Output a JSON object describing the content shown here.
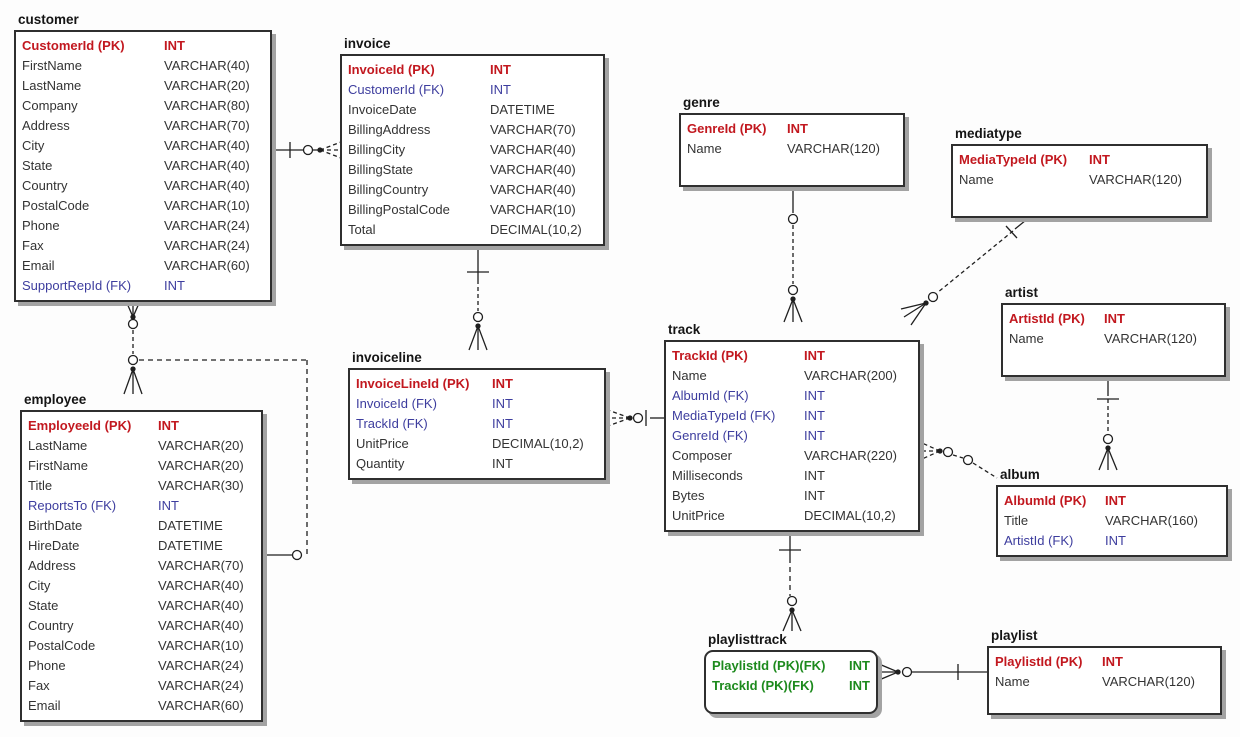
{
  "diagram": {
    "tables": [
      {
        "id": "customer",
        "title": "customer",
        "fields": [
          {
            "name": "CustomerId (PK)",
            "type": "INT",
            "role": "pk"
          },
          {
            "name": "FirstName",
            "type": "VARCHAR(40)",
            "role": "plain"
          },
          {
            "name": "LastName",
            "type": "VARCHAR(20)",
            "role": "plain"
          },
          {
            "name": "Company",
            "type": "VARCHAR(80)",
            "role": "plain"
          },
          {
            "name": "Address",
            "type": "VARCHAR(70)",
            "role": "plain"
          },
          {
            "name": "City",
            "type": "VARCHAR(40)",
            "role": "plain"
          },
          {
            "name": "State",
            "type": "VARCHAR(40)",
            "role": "plain"
          },
          {
            "name": "Country",
            "type": "VARCHAR(40)",
            "role": "plain"
          },
          {
            "name": "PostalCode",
            "type": "VARCHAR(10)",
            "role": "plain"
          },
          {
            "name": "Phone",
            "type": "VARCHAR(24)",
            "role": "plain"
          },
          {
            "name": "Fax",
            "type": "VARCHAR(24)",
            "role": "plain"
          },
          {
            "name": "Email",
            "type": "VARCHAR(60)",
            "role": "plain"
          },
          {
            "name": "SupportRepId (FK)",
            "type": "INT",
            "role": "fk"
          }
        ]
      },
      {
        "id": "invoice",
        "title": "invoice",
        "fields": [
          {
            "name": "InvoiceId (PK)",
            "type": "INT",
            "role": "pk"
          },
          {
            "name": "CustomerId (FK)",
            "type": "INT",
            "role": "fk"
          },
          {
            "name": "InvoiceDate",
            "type": "DATETIME",
            "role": "plain"
          },
          {
            "name": "BillingAddress",
            "type": "VARCHAR(70)",
            "role": "plain"
          },
          {
            "name": "BillingCity",
            "type": "VARCHAR(40)",
            "role": "plain"
          },
          {
            "name": "BillingState",
            "type": "VARCHAR(40)",
            "role": "plain"
          },
          {
            "name": "BillingCountry",
            "type": "VARCHAR(40)",
            "role": "plain"
          },
          {
            "name": "BillingPostalCode",
            "type": "VARCHAR(10)",
            "role": "plain"
          },
          {
            "name": "Total",
            "type": "DECIMAL(10,2)",
            "role": "plain"
          }
        ]
      },
      {
        "id": "genre",
        "title": "genre",
        "fields": [
          {
            "name": "GenreId (PK)",
            "type": "INT",
            "role": "pk"
          },
          {
            "name": "Name",
            "type": "VARCHAR(120)",
            "role": "plain"
          }
        ]
      },
      {
        "id": "mediatype",
        "title": "mediatype",
        "fields": [
          {
            "name": "MediaTypeId (PK)",
            "type": "INT",
            "role": "pk"
          },
          {
            "name": "Name",
            "type": "VARCHAR(120)",
            "role": "plain"
          }
        ]
      },
      {
        "id": "artist",
        "title": "artist",
        "fields": [
          {
            "name": "ArtistId (PK)",
            "type": "INT",
            "role": "pk"
          },
          {
            "name": "Name",
            "type": "VARCHAR(120)",
            "role": "plain"
          }
        ]
      },
      {
        "id": "track",
        "title": "track",
        "fields": [
          {
            "name": "TrackId (PK)",
            "type": "INT",
            "role": "pk"
          },
          {
            "name": "Name",
            "type": "VARCHAR(200)",
            "role": "plain"
          },
          {
            "name": "AlbumId (FK)",
            "type": "INT",
            "role": "fk"
          },
          {
            "name": "MediaTypeId (FK)",
            "type": "INT",
            "role": "fk"
          },
          {
            "name": "GenreId (FK)",
            "type": "INT",
            "role": "fk"
          },
          {
            "name": "Composer",
            "type": "VARCHAR(220)",
            "role": "plain"
          },
          {
            "name": "Milliseconds",
            "type": "INT",
            "role": "plain"
          },
          {
            "name": "Bytes",
            "type": "INT",
            "role": "plain"
          },
          {
            "name": "UnitPrice",
            "type": "DECIMAL(10,2)",
            "role": "plain"
          }
        ]
      },
      {
        "id": "invoiceline",
        "title": "invoiceline",
        "fields": [
          {
            "name": "InvoiceLineId (PK)",
            "type": "INT",
            "role": "pk"
          },
          {
            "name": "InvoiceId (FK)",
            "type": "INT",
            "role": "fk"
          },
          {
            "name": "TrackId (FK)",
            "type": "INT",
            "role": "fk"
          },
          {
            "name": "UnitPrice",
            "type": "DECIMAL(10,2)",
            "role": "plain"
          },
          {
            "name": "Quantity",
            "type": "INT",
            "role": "plain"
          }
        ]
      },
      {
        "id": "employee",
        "title": "employee",
        "fields": [
          {
            "name": "EmployeeId (PK)",
            "type": "INT",
            "role": "pk"
          },
          {
            "name": "LastName",
            "type": "VARCHAR(20)",
            "role": "plain"
          },
          {
            "name": "FirstName",
            "type": "VARCHAR(20)",
            "role": "plain"
          },
          {
            "name": "Title",
            "type": "VARCHAR(30)",
            "role": "plain"
          },
          {
            "name": "ReportsTo (FK)",
            "type": "INT",
            "role": "fk"
          },
          {
            "name": "BirthDate",
            "type": "DATETIME",
            "role": "plain"
          },
          {
            "name": "HireDate",
            "type": "DATETIME",
            "role": "plain"
          },
          {
            "name": "Address",
            "type": "VARCHAR(70)",
            "role": "plain"
          },
          {
            "name": "City",
            "type": "VARCHAR(40)",
            "role": "plain"
          },
          {
            "name": "State",
            "type": "VARCHAR(40)",
            "role": "plain"
          },
          {
            "name": "Country",
            "type": "VARCHAR(40)",
            "role": "plain"
          },
          {
            "name": "PostalCode",
            "type": "VARCHAR(10)",
            "role": "plain"
          },
          {
            "name": "Phone",
            "type": "VARCHAR(24)",
            "role": "plain"
          },
          {
            "name": "Fax",
            "type": "VARCHAR(24)",
            "role": "plain"
          },
          {
            "name": "Email",
            "type": "VARCHAR(60)",
            "role": "plain"
          }
        ]
      },
      {
        "id": "album",
        "title": "album",
        "fields": [
          {
            "name": "AlbumId (PK)",
            "type": "INT",
            "role": "pk"
          },
          {
            "name": "Title",
            "type": "VARCHAR(160)",
            "role": "plain"
          },
          {
            "name": "ArtistId (FK)",
            "type": "INT",
            "role": "fk"
          }
        ]
      },
      {
        "id": "playlisttrack",
        "title": "playlisttrack",
        "rounded": true,
        "fields": [
          {
            "name": "PlaylistId (PK)(FK)",
            "type": "INT",
            "role": "pkfk"
          },
          {
            "name": "TrackId (PK)(FK)",
            "type": "INT",
            "role": "pkfk"
          }
        ]
      },
      {
        "id": "playlist",
        "title": "playlist",
        "fields": [
          {
            "name": "PlaylistId (PK)",
            "type": "INT",
            "role": "pk"
          },
          {
            "name": "Name",
            "type": "VARCHAR(120)",
            "role": "plain"
          }
        ]
      }
    ],
    "relationships": [
      {
        "from": "customer",
        "to": "invoice",
        "cardinality": "1 : 0..*"
      },
      {
        "from": "invoice",
        "to": "invoiceline",
        "cardinality": "1 : 0..*"
      },
      {
        "from": "track",
        "to": "invoiceline",
        "cardinality": "1 : 0..*"
      },
      {
        "from": "genre",
        "to": "track",
        "cardinality": "0..1 : 0..*"
      },
      {
        "from": "mediatype",
        "to": "track",
        "cardinality": "1 : 0..*"
      },
      {
        "from": "album",
        "to": "track",
        "cardinality": "0..1 : 0..*"
      },
      {
        "from": "artist",
        "to": "album",
        "cardinality": "1 : 0..*"
      },
      {
        "from": "employee",
        "to": "customer",
        "cardinality": "0..1 : 0..*"
      },
      {
        "from": "employee",
        "to": "employee",
        "cardinality": "0..1 : 0..*"
      },
      {
        "from": "track",
        "to": "playlisttrack",
        "cardinality": "1 : 0..*"
      },
      {
        "from": "playlist",
        "to": "playlisttrack",
        "cardinality": "1 : 0..*"
      }
    ]
  },
  "colors": {
    "pk_red": "#c2181f",
    "fk_blue": "#3d3d9e",
    "pkfk_green": "#1d8a1d",
    "plain_text": "#333333",
    "box_border": "#2f2f2f",
    "box_shadow": "#a3a3a3",
    "background": "#fdfdfd"
  }
}
